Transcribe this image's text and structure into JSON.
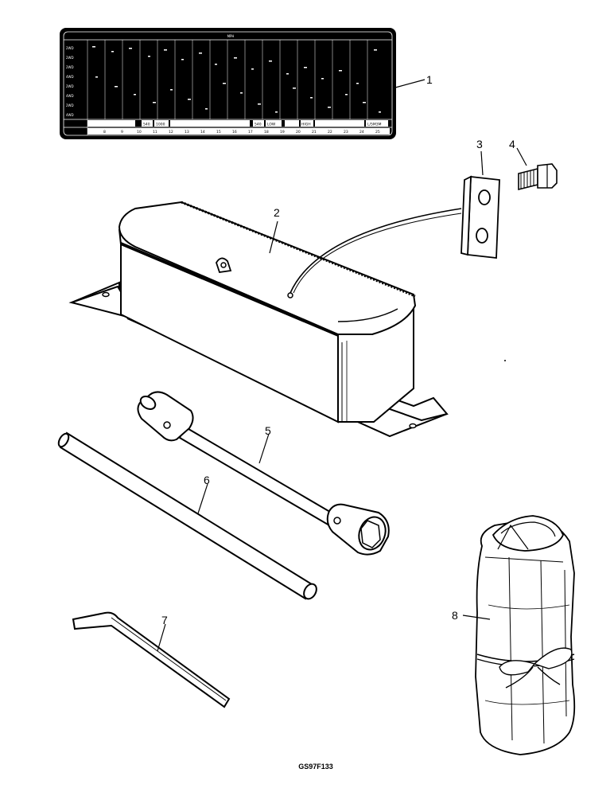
{
  "drawing": {
    "reference_code": "GS97F133"
  },
  "parts": [
    {
      "number": "1",
      "item": "chart-decal"
    },
    {
      "number": "2",
      "item": "tool-box"
    },
    {
      "number": "3",
      "item": "strap-plate"
    },
    {
      "number": "4",
      "item": "bolt"
    },
    {
      "number": "5",
      "item": "box-wrench"
    },
    {
      "number": "6",
      "item": "tommy-bar"
    },
    {
      "number": "7",
      "item": "hex-key"
    },
    {
      "number": "8",
      "item": "tool-roll"
    }
  ],
  "decal": {
    "header": "MPH",
    "row_labels": [
      "2WD",
      "2WD",
      "2WD",
      "4WD",
      "2WD",
      "4WD",
      "2WD",
      "4WD"
    ],
    "footer_labels": [
      "540",
      "1000",
      "540",
      "LOW",
      "HIGH",
      "L/5M3M"
    ],
    "speed_scale": [
      "8",
      "9",
      "10",
      "11",
      "12",
      "13",
      "14",
      "15",
      "16",
      "17",
      "18",
      "19",
      "20",
      "21",
      "22",
      "23",
      "24",
      "25"
    ]
  },
  "colors": {
    "ink": "#000000",
    "paper": "#ffffff"
  }
}
